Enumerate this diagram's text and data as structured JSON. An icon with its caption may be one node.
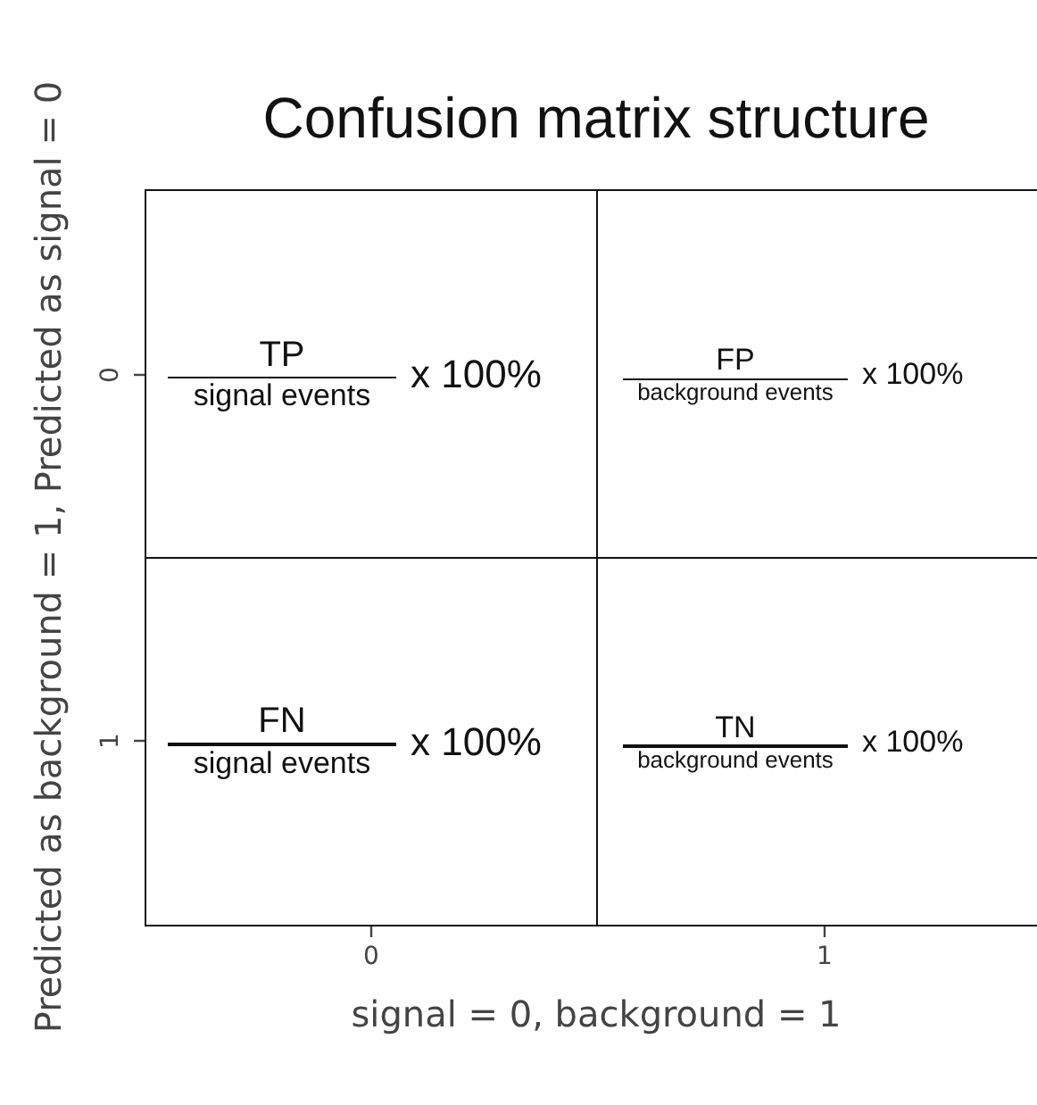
{
  "diagram": {
    "title": "Confusion matrix structure",
    "nodes": [
      {
        "text": [
          "TP",
          "signal events",
          "x 100%"
        ]
      },
      {
        "text": [
          "FP",
          "background events",
          "x 100%"
        ]
      },
      {
        "text": [
          "FN",
          "signal events",
          "x 100%"
        ]
      },
      {
        "text": [
          "TN",
          "background events",
          "x 100%"
        ]
      }
    ],
    "labels": [
      "Predicted as background = 1, Predicted as signal = 0",
      "0",
      "1",
      "0",
      "1",
      "signal = 0, background = 1"
    ]
  }
}
